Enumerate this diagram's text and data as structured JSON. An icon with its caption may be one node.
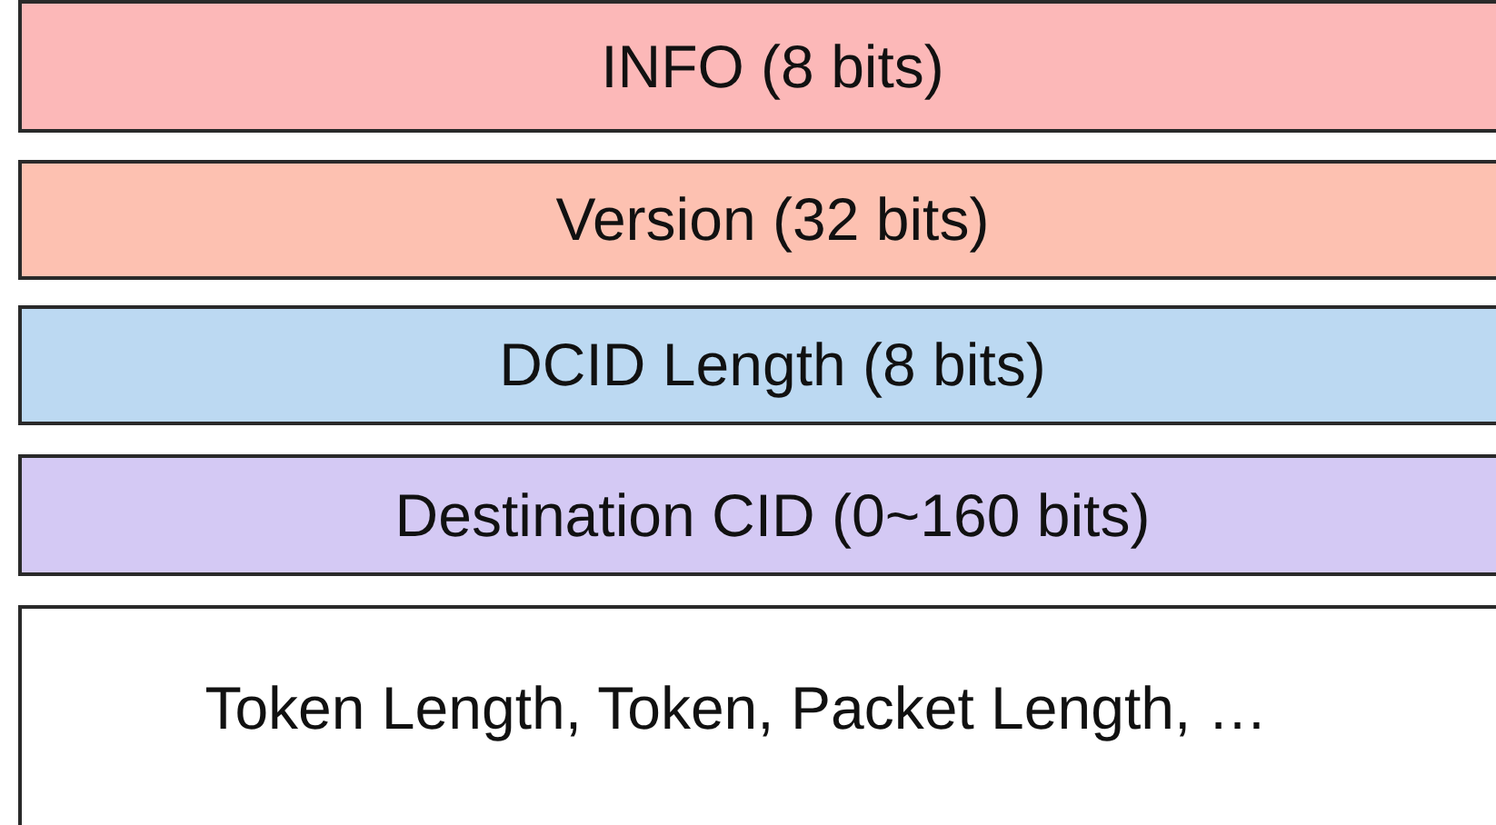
{
  "diagram": {
    "nodes": [
      {
        "text": [
          "INFO (8 bits)"
        ]
      },
      {
        "text": [
          "Version (32 bits)"
        ]
      },
      {
        "text": [
          "DCID Length (8 bits)"
        ]
      },
      {
        "text": [
          "Destination CID (0~160 bits)"
        ]
      },
      {
        "text": [
          "Token Length, Token, Packet Length, …"
        ]
      }
    ]
  }
}
